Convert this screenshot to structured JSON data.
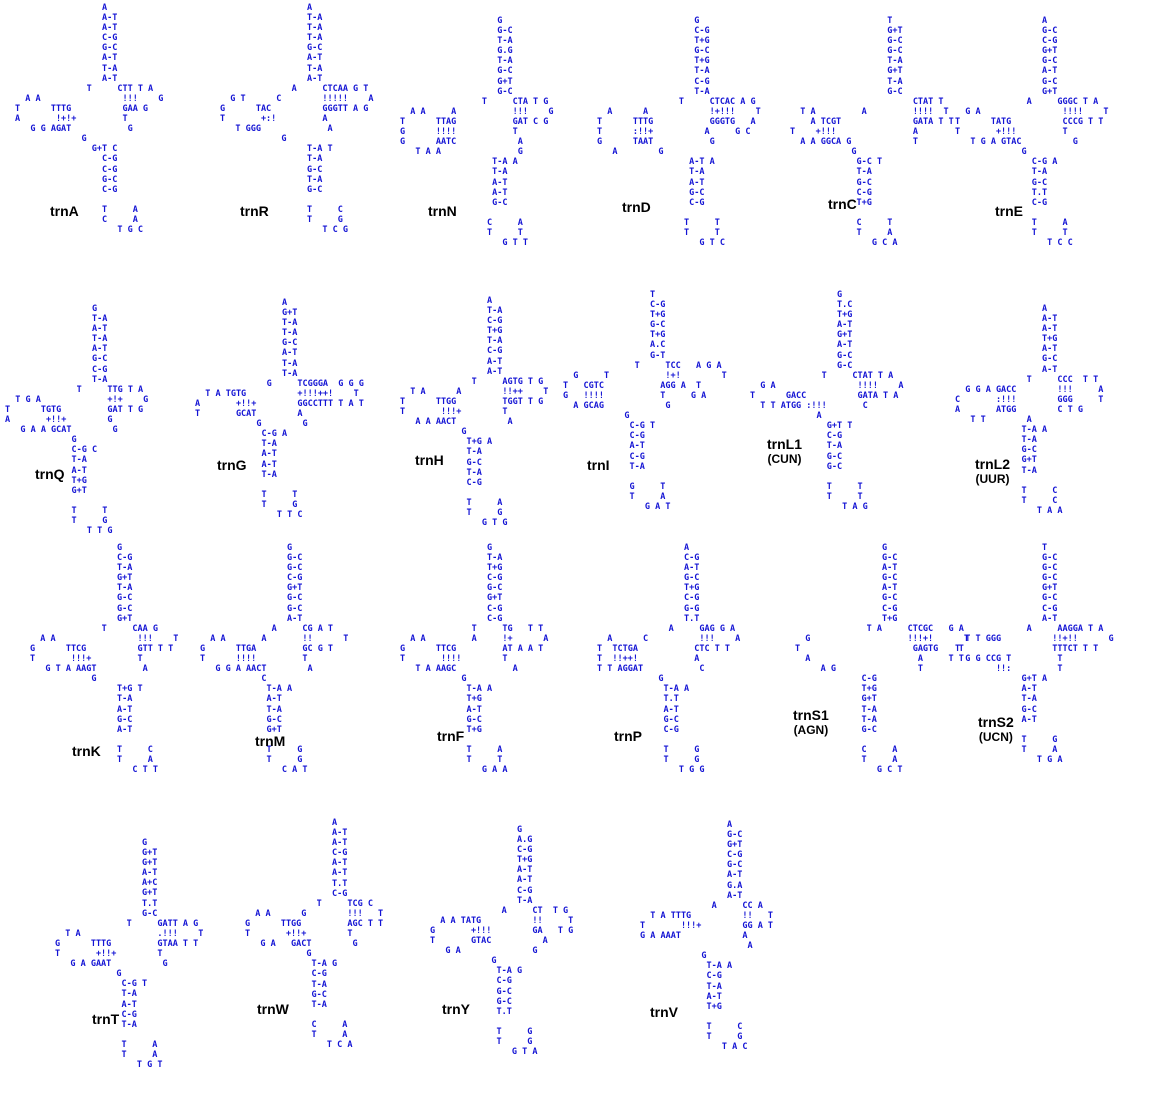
{
  "trnas": [
    {
      "id": "A",
      "name": "trnA",
      "lines": [
        "                 A",
        "                 A-T",
        "                 A-T",
        "                 C-G",
        "                 G-C",
        "                 A-T",
        "                 T-A",
        "                 A-T",
        "              T     CTT T A",
        "  A A                !!!    G",
        "T      TTTG          GAA G",
        "A       !+!+         T",
        "   G G AGAT           G",
        "             G",
        "               G+T C",
        "                 C-G",
        "                 C-G",
        "                 G-C",
        "                 C-G",
        "",
        "                 T     A",
        "                 C     A",
        "                    T G C"
      ]
    },
    {
      "id": "R",
      "name": "trnR",
      "lines": [
        "                 A",
        "                 T-A",
        "                 T-A",
        "                 T-A",
        "                 G-C",
        "                 A-T",
        "                 T-A",
        "                 A-T",
        "              A     CTCAA G T",
        "  G T      C        !!!!!    A",
        "G      TAC          GGGTT A G",
        "T       +:!         A",
        "   T GGG             A",
        "            G",
        "                 T-A T",
        "                 T-A",
        "                 G-C",
        "                 T-A",
        "                 G-C",
        "",
        "                 T     C",
        "                 T     G",
        "                    T C G"
      ]
    },
    {
      "id": "N",
      "name": "trnN",
      "lines": [
        "                   G",
        "                   G-C",
        "                   T-A",
        "                   G.G",
        "                   T-A",
        "                   G-C",
        "                   G+T",
        "                   G-C",
        "                T     CTA T G",
        "  A A     A           !!!    G",
        "T      TTAG           GAT C G",
        "G      !!!!           T",
        "G      AATC            A",
        "   T A A               G",
        "                  T-A A",
        "                  T-A",
        "                  A-T",
        "                  A-T",
        "                  G-C",
        "",
        "                 C     A",
        "                 T     T",
        "                    G T T"
      ]
    },
    {
      "id": "D",
      "name": "trnD",
      "lines": [
        "                   G",
        "                   C-G",
        "                   T+G",
        "                   G-C",
        "                   T+G",
        "                   T-A",
        "                   C-G",
        "                   T-A",
        "                T     CTCAC A G",
        "  A      A            !+!!!    T",
        "T      TTTG           GGGTG   A",
        "T      :!!+          A     G C",
        "G      TAAT           G",
        "   A        G",
        "                  A-T A",
        "                  T-A",
        "                  A-T",
        "                  G-C",
        "                  C-G",
        "",
        "                 T     T",
        "                 T     T",
        "                    G T C"
      ]
    },
    {
      "id": "C",
      "name": "trnC",
      "lines": [
        "                   T",
        "                   G+T",
        "                   G-C",
        "                   G-C",
        "                   T-A",
        "                   G+T",
        "                   T-A",
        "                   G-C",
        "                        CTAT T",
        "  T A         A         !!!!  T",
        "    A TCGT              GATA T T",
        "T    +!!!               A",
        "  A A GGCA G            T",
        "            G",
        "             G-C T",
        "             T-A",
        "             G-C",
        "             C-G",
        "             T+G",
        "",
        "             C     T",
        "             T     A",
        "                G C A"
      ]
    },
    {
      "id": "E",
      "name": "trnE",
      "lines": [
        "                 A",
        "                 G-C",
        "                 C-G",
        "                 G+T",
        "                 G-C",
        "                 A-T",
        "                 G-C",
        "                 G+T",
        "              A     GGGC T A",
        "  G A                !!!!    T",
        "T      TATG          CCCG T T",
        "T       +!!!         T",
        "   T G A GTAC          G",
        "             G",
        "               C-G A",
        "               T-A",
        "               G-C",
        "               T.T",
        "               C-G",
        "",
        "               T     A",
        "               T     T",
        "                  T C C"
      ]
    },
    {
      "id": "Q",
      "name": "trnQ",
      "lines": [
        "                 G",
        "                 T-A",
        "                 A-T",
        "                 T-A",
        "                 A-T",
        "                 G-C",
        "                 C-G",
        "                 T-A",
        "              T     TTG T A",
        "  T G A             +!+    G",
        "T      TGTG         GAT T G",
        "A       +!!+        G",
        "   G A A GCAT        G",
        "             G",
        "             C-G C",
        "             T-A",
        "             A-T",
        "             T+G",
        "             G+T",
        "",
        "             T     T",
        "             T     G",
        "                T T G"
      ]
    },
    {
      "id": "G",
      "name": "trnG",
      "lines": [
        "                 A",
        "                 G+T",
        "                 T-A",
        "                 T-A",
        "                 G-C",
        "                 A-T",
        "                 T-A",
        "                 T-A",
        "              G     TCGGGA  G G G",
        "  T A TGTG          +!!!++!    T",
        "A       +!!+        GGCCTTT T A T",
        "T       GCAT        A",
        "            G        G",
        "             C-G A",
        "             T-A",
        "             A-T",
        "             A-T",
        "             T-A",
        "",
        "             T     T",
        "             T     G",
        "                T T C"
      ]
    },
    {
      "id": "H",
      "name": "trnH",
      "lines": [
        "                 A",
        "                 T-A",
        "                 C-G",
        "                 T+G",
        "                 T-A",
        "                 C-G",
        "                 A-T",
        "                 A-T",
        "              T     AGTG T G",
        "  T A      A        !!++    T",
        "T      TTGG         TGGT T G",
        "T       !!!+        T",
        "   A A AACT          A",
        "            G",
        "             T+G A",
        "             T-A",
        "             G-C",
        "             T-A",
        "             C-G",
        "",
        "             T     A",
        "             T     G",
        "                G T G"
      ]
    },
    {
      "id": "I",
      "name": "trnI",
      "lines": [
        "                 T",
        "                 C-G",
        "                 T+G",
        "                 G-C",
        "                 T+G",
        "                 A.C",
        "                 G-T",
        "              T     TCC   A G A",
        "  G     T           !+!        T",
        "T   CGTC           AGG A  T",
        "G   !!!!           T     G A",
        "  A GCAG            G",
        "            G",
        "             C-G T",
        "             C-G",
        "             A-T",
        "             C-G",
        "             T-A",
        "",
        "             G     T",
        "             T     A",
        "                G A T"
      ]
    },
    {
      "id": "L1",
      "name": "trnL1",
      "sub": "(CUN)",
      "lines": [
        "                 G",
        "                 T.C",
        "                 T+G",
        "                 A-T",
        "                 G+T",
        "                 A-T",
        "                 G-C",
        "                 G-C",
        "              T     CTAT T A",
        "  G A                !!!!    A",
        "T      GACC          GATA T A",
        "  T T ATGG :!!!       C",
        "             A",
        "               G+T T",
        "               C-G",
        "               T-A",
        "               G-C",
        "               G-C",
        "",
        "               T     T",
        "               T     T",
        "                  T A G"
      ]
    },
    {
      "id": "L2",
      "name": "trnL2",
      "sub": "(UUR)",
      "lines": [
        "                 A",
        "                 A-T",
        "                 A-T",
        "                 T+G",
        "                 A-T",
        "                 G-C",
        "                 A-T",
        "              T     CCC  T T",
        "  G G A GACC        !!!     A",
        "C       :!!!        GGG     T",
        "A       ATGG        C T G",
        "   T T        A",
        "             T-A A",
        "             T-A",
        "             G-C",
        "             G+T",
        "             T-A",
        "",
        "             T     C",
        "             T     C",
        "                T A A"
      ]
    },
    {
      "id": "K",
      "name": "trnK",
      "lines": [
        "                 G",
        "                 C-G",
        "                 T-A",
        "                 G+T",
        "                 T-A",
        "                 G-C",
        "                 G-C",
        "                 G+T",
        "              T     CAA G",
        "  A A                !!!    T",
        "G      TTCG          GTT T T",
        "T       !!!+         T",
        "   G T A AAGT         A",
        "            G",
        "                 T+G T",
        "                 T-A",
        "                 A-T",
        "                 G-C",
        "                 A-T",
        "",
        "                 T     C",
        "                 T     A",
        "                    C T T"
      ]
    },
    {
      "id": "M",
      "name": "trnM",
      "lines": [
        "                 G",
        "                 G-C",
        "                 G-C",
        "                 C-G",
        "                 G+T",
        "                 G-C",
        "                 G-C",
        "                 A-T",
        "              A     CG A T",
        "  A A       A       !!      T",
        "G      TTGA         GC G T",
        "T      !!!!         T",
        "   G G A AACT        A",
        "            C",
        "             T-A A",
        "             A-T",
        "             T-A",
        "             G-C",
        "             G+T",
        "",
        "             T     G",
        "             T     G",
        "                C A T"
      ]
    },
    {
      "id": "F",
      "name": "trnF",
      "lines": [
        "                 G",
        "                 T-A",
        "                 T+G",
        "                 C-G",
        "                 G-C",
        "                 G+T",
        "                 C-G",
        "                 C-G",
        "              T     TG   T T",
        "  A A         A     !+      A",
        "G      TTCG         AT A A T",
        "T       !!!!        T",
        "   T A AAGC           A",
        "            G",
        "             T-A A",
        "             T+G",
        "             A-T",
        "             G-C",
        "             T+G",
        "",
        "             T     A",
        "             T     T",
        "                G A A"
      ]
    },
    {
      "id": "P",
      "name": "trnP",
      "lines": [
        "                 A",
        "                 C-G",
        "                 A-T",
        "                 G-C",
        "                 T+G",
        "                 C-G",
        "                 G-G",
        "                 T.T",
        "              A     GAG G A",
        "  A      C          !!!    A",
        "T  TCTGA           CTC T T",
        "T  !!++!           A",
        "T T AGGAT           C",
        "            G",
        "             T-A A",
        "             T.T",
        "             A-T",
        "             G-C",
        "             C-G",
        "",
        "             T     G",
        "             T     G",
        "                T G G"
      ]
    },
    {
      "id": "S1",
      "name": "trnS1",
      "sub": "(AGN)",
      "lines": [
        "                 G",
        "                 G-C",
        "                 A-T",
        "                 G-C",
        "                 A-T",
        "                 G-C",
        "                 C-G",
        "                 T+G",
        "              T A     CTCGC   G A",
        "  G                   !!!+!      T",
        "T                      GAGTG    T",
        "  A                     A     T T",
        "     A G                T",
        "             C-G",
        "             T+G",
        "             G+T",
        "             T-A",
        "             T-A",
        "             G-C",
        "",
        "             C     A",
        "             T     A",
        "                G C T"
      ]
    },
    {
      "id": "S2",
      "name": "trnS2",
      "sub": "(UCN)",
      "lines": [
        "                 T",
        "                 G-C",
        "                 G-C",
        "                 G-C",
        "                 G+T",
        "                 G-C",
        "                 C-G",
        "                 A-T",
        "              A     AAGGA T A",
        "  T T GGG          !!+!!      G",
        "T                  TTTCT T T",
        "  G G CCG T         T",
        "        !!:         T",
        "             G+T A",
        "             A-T",
        "             T-A",
        "             G-C",
        "             A-T",
        "",
        "             T     G",
        "             T     A",
        "                T G A"
      ]
    },
    {
      "id": "T",
      "name": "trnT",
      "lines": [
        "                 G",
        "                 G+T",
        "                 G+T",
        "                 A-T",
        "                 A+C",
        "                 G+T",
        "                 T.T",
        "                 G-C",
        "              T     GATT A G",
        "  T A               .!!!    T",
        "G      TTTG         GTAA T T",
        "T       +!!+        T",
        "   G A GAAT          G",
        "            G",
        "             C-G T",
        "             T-A",
        "             A-T",
        "             C-G",
        "             T-A",
        "",
        "             T     A",
        "             T     A",
        "                T G T"
      ]
    },
    {
      "id": "W",
      "name": "trnW",
      "lines": [
        "                 A",
        "                 A-T",
        "                 A-T",
        "                 C-G",
        "                 A-T",
        "                 A-T",
        "                 T.T",
        "                 C-G",
        "              T     TCG C",
        "  A A      G        !!!   T",
        "G      TTGG         AGC T T",
        "T       +!!+        T",
        "   G A   GACT        G",
        "            G",
        "             T-A G",
        "             C-G",
        "             T-A",
        "             G-C",
        "             T-A",
        "",
        "             C     A",
        "             T     A",
        "                T C A"
      ]
    },
    {
      "id": "Y",
      "name": "trnY",
      "lines": [
        "                 G",
        "                 A.G",
        "                 C-G",
        "                 T+G",
        "                 A-T",
        "                 A-T",
        "                 C-G",
        "                 T-A",
        "              A     CT  T G",
        "  A A TATG          !!     T",
        "G       +!!!        GA   T G",
        "T       GTAC          A",
        "   G A              G",
        "            G",
        "             T-A G",
        "             C-G",
        "             G-C",
        "             G-C",
        "             T.T",
        "",
        "             T     G",
        "             T     G",
        "                G T A"
      ]
    },
    {
      "id": "V",
      "name": "trnV",
      "lines": [
        "                 A",
        "                 G-C",
        "                 G+T",
        "                 C-G",
        "                 G-C",
        "                 A-T",
        "                 G.A",
        "                 A-T",
        "              A     CC A",
        "  T A TTTG          !!   T",
        "T       !!!+        GG A T",
        "G A AAAT            A",
        "                     A",
        "            G",
        "             T-A A",
        "             C-G",
        "             T-A",
        "             A-T",
        "             T+G",
        "",
        "             T     C",
        "             T     G",
        "                T A C"
      ]
    }
  ]
}
